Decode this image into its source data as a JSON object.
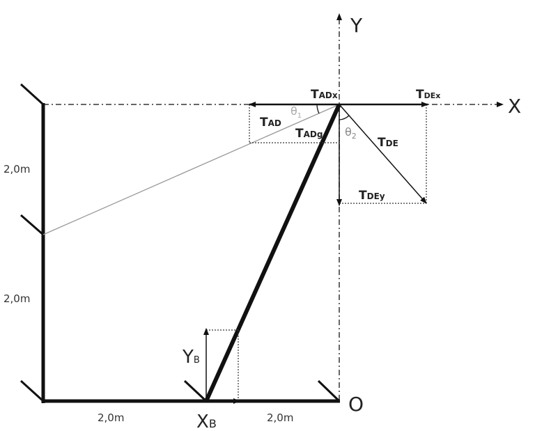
{
  "axes": {
    "y_label": "Y",
    "x_label": "X",
    "origin_label": "O"
  },
  "forces": {
    "tadx": {
      "main": "T",
      "sub": "ADx"
    },
    "tdex": {
      "main": "T",
      "sub": "DEx"
    },
    "tad": {
      "main": "T",
      "sub": "AD"
    },
    "tadg": {
      "main": "T",
      "sub": "ADg"
    },
    "tde": {
      "main": "T",
      "sub": "DE"
    },
    "tdey": {
      "main": "T",
      "sub": "DEy"
    }
  },
  "angles": {
    "theta1": {
      "main": "θ",
      "sub": "1"
    },
    "theta2": {
      "main": "θ",
      "sub": "2"
    }
  },
  "dimensions": {
    "upper_wall": "2,0m",
    "lower_wall": "2,0m",
    "floor_left": "2,0m",
    "floor_right": "2,0m"
  },
  "point_b": {
    "x_main": "X",
    "x_sub": "B",
    "y_main": "Y",
    "y_sub": "B"
  },
  "colors": {
    "structure": "#111111",
    "cable": "#999999"
  }
}
